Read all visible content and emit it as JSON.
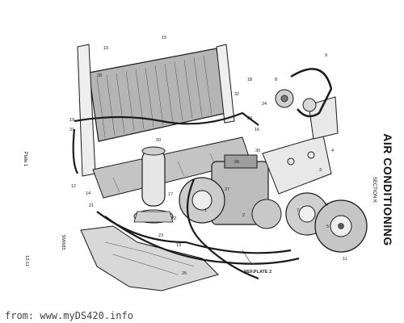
{
  "section_title": "AIR CONDITIONING",
  "section_number": "SECTION K",
  "plate_label": "Plate 1",
  "page_number": "12-11",
  "doc_code": "SM/683",
  "footer_url": "from: www.myDS420.info",
  "annotation": "REF.PLATE 2",
  "callouts": [
    "1",
    "2",
    "3",
    "4",
    "5",
    "6",
    "7",
    "8",
    "9",
    "10",
    "11",
    "12",
    "13",
    "14",
    "15",
    "16",
    "17",
    "18",
    "19",
    "20",
    "21",
    "22",
    "23",
    "24",
    "25",
    "26",
    "27",
    "28",
    "29",
    "30",
    "31",
    "32"
  ],
  "colors": {
    "ink": "#1a1a1a",
    "paper": "#ffffff",
    "shade": "#8a8a8a"
  }
}
